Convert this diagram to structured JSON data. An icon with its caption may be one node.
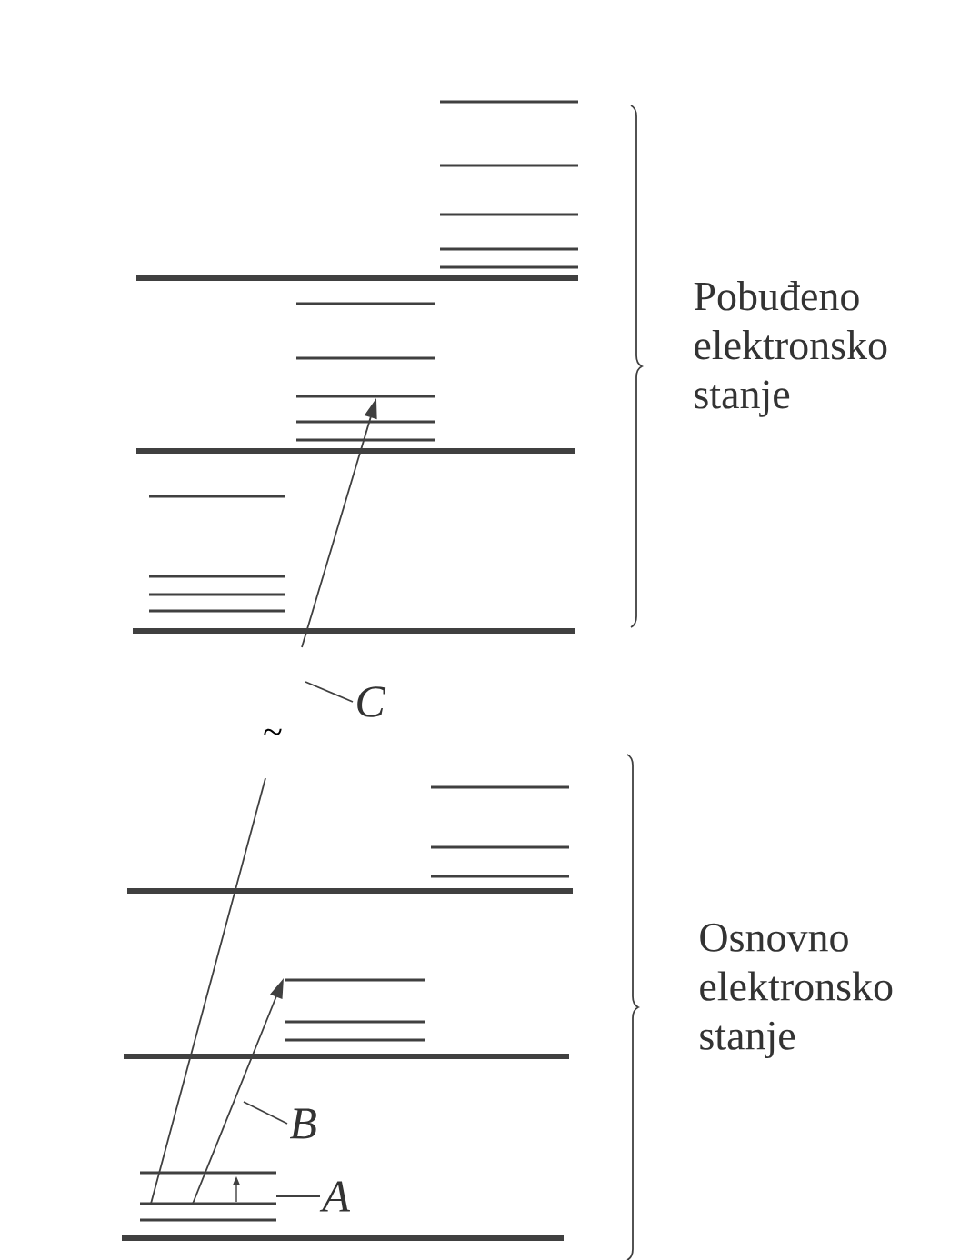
{
  "diagram": {
    "nodes": [
      {
        "text": [
          "Pobuđeno elektronsko stanje"
        ]
      },
      {
        "text": [
          "Osnovno elektronsko stanje"
        ]
      },
      {
        "text": [
          "C"
        ]
      },
      {
        "text": [
          "B"
        ]
      },
      {
        "text": [
          "A"
        ]
      }
    ],
    "edges": [
      {
        "from": 2,
        "to": null,
        "arrow": "none"
      },
      {
        "from": 3,
        "to": null,
        "arrow": "none"
      },
      {
        "from": 4,
        "to": null,
        "arrow": "none"
      }
    ],
    "labels": [
      "~"
    ]
  }
}
